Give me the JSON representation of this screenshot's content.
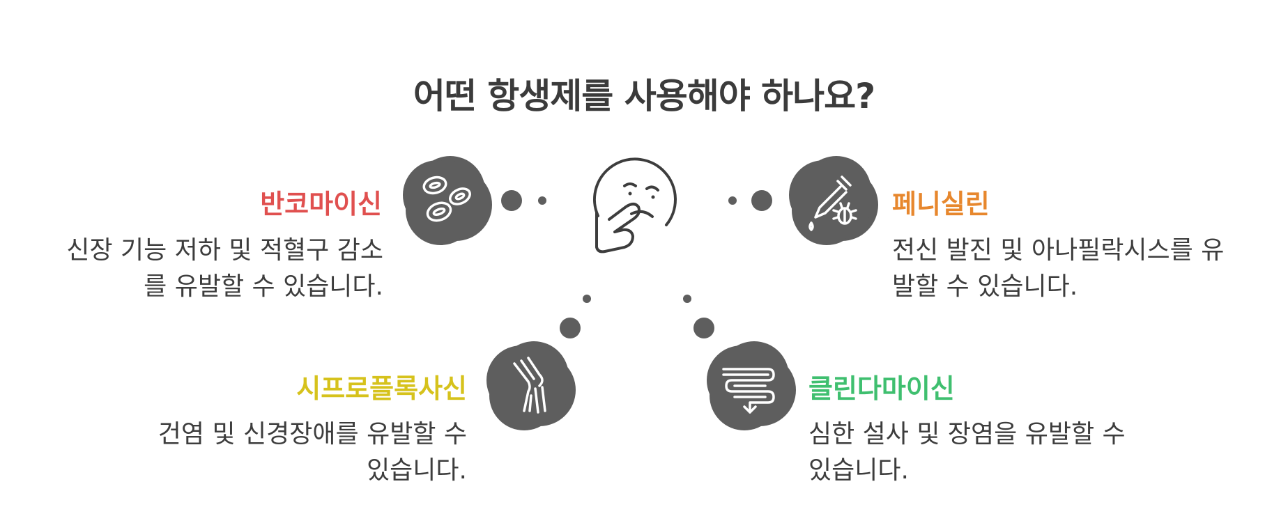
{
  "title": "어떤 항생제를 사용해야 하나요?",
  "colors": {
    "vancomycin": "#e0504f",
    "penicillin": "#e7872d",
    "ciprofloxacin": "#d6c21c",
    "clindamycin": "#3fbf6f",
    "icon_blob": "#5e5e5e"
  },
  "items": [
    {
      "name": "반코마이신",
      "description": "신장 기능 저하 및 적혈구 감소를 유발할 수 있습니다.",
      "line1": "신장 기능 저하 및 적혈구 감소",
      "line2": "를 유발할 수 있습니다.",
      "icon": "blood-cells-icon"
    },
    {
      "name": "페니실린",
      "description": "전신 발진 및 아나필락시스를 유발할 수 있습니다.",
      "line1": "전신 발진 및 아나필락시스를 유",
      "line2": "발할 수 있습니다.",
      "icon": "dropper-bug-icon"
    },
    {
      "name": "시프로플록사신",
      "description": "건염 및 신경장애를 유발할 수 있습니다.",
      "line1": "건염 및 신경장애를 유발할 수",
      "line2": "있습니다.",
      "icon": "knee-joint-icon"
    },
    {
      "name": "클린다마이신",
      "description": "심한 설사 및 장염을 유발할 수 있습니다.",
      "line1": "심한 설사 및 장염을 유발할 수",
      "line2": "있습니다.",
      "icon": "intestine-icon"
    }
  ],
  "center_icon": "thinking-face-icon"
}
